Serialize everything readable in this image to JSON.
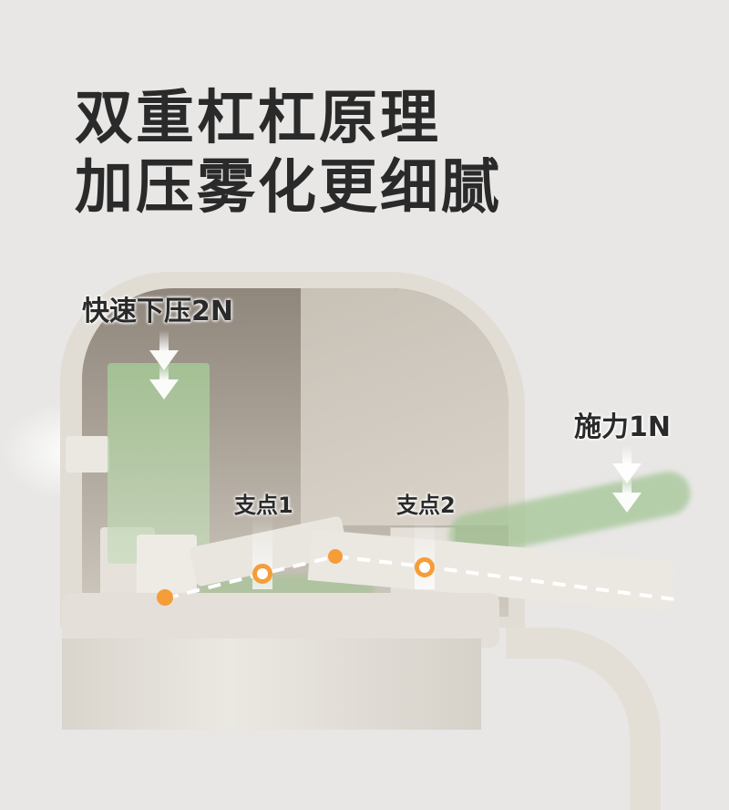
{
  "headline": {
    "line1": "双重杠杠原理",
    "line2": "加压雾化更细腻"
  },
  "annotations": {
    "press_label": "快速下压2N",
    "force_label": "施力1N",
    "fulcrum1_label": "支点1",
    "fulcrum2_label": "支点2"
  },
  "colors": {
    "background": "#e8e7e5",
    "text": "#2a2a2a",
    "accent_orange": "#f59d38",
    "motion_green": "#a6c896",
    "device_body": "#e1ddd5"
  }
}
